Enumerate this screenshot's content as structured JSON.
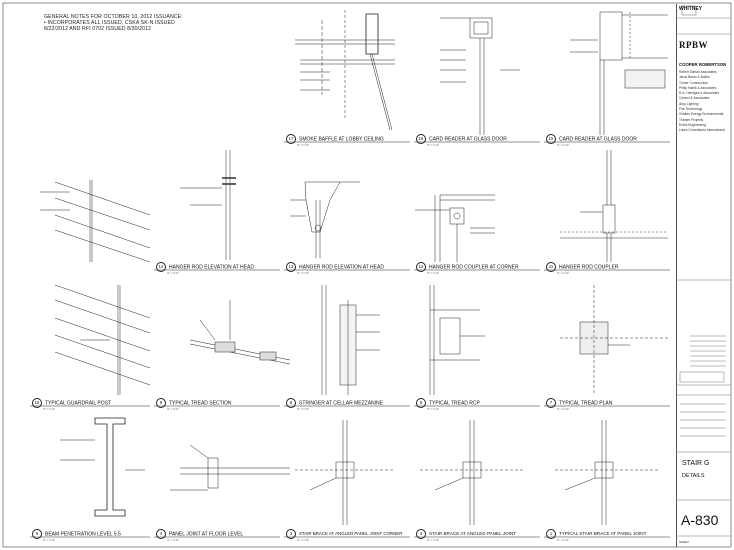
{
  "general_notes": {
    "line1": "GENERAL NOTES FOR OCTOBER 10, 2012 ISSUANCE:",
    "line2": "• INCORPORATES ALL ISSUED, CSKA SK-N ISSUED",
    "line3": "8/22/2012 AND RFI 0702 ISSUED 8/30/2012"
  },
  "title_block": {
    "firm": "WHITNEY",
    "architect": "RPBW",
    "architect_of_record": "COOPER ROBERTSON",
    "consultants": [
      "Robert Silman Associates",
      "Jaros Baum & Bolles",
      "Turner Construction",
      "Philip Habib & Associates",
      "R.A. Heintges & Associates",
      "Cerami & Associates",
      "Arup Lighting",
      "Fire Technology",
      "Viridian Energy Environmental",
      "Theatre Projects",
      "Entek Engineering",
      "Laura Consultants International"
    ],
    "sheet_title": "STAIR G",
    "sheet_subtitle": "DETAILS",
    "sheet_number": "A-830",
    "sheet_label": "SHEET"
  },
  "details": [
    {
      "num": "17",
      "title": "SMOKE BAFFLE AT LOBBY CEILING",
      "scale": "3\" = 1'-0\""
    },
    {
      "num": "16",
      "title": "CARD READER AT GLASS DOOR",
      "scale": "3\" = 1'-0\""
    },
    {
      "num": "15",
      "title": "CARD READER AT GLASS DOOR",
      "scale": "3\" = 1'-0\""
    },
    {
      "num": "14",
      "title": "HANGER ROD ELEVATION AT HEAD",
      "scale": "3\" = 1'-0\""
    },
    {
      "num": "13",
      "title": "HANGER ROD ELEVATION AT HEAD",
      "scale": "3\" = 1'-0\""
    },
    {
      "num": "12",
      "title": "HANGER ROD COUPLER AT CORNER",
      "scale": "3\" = 1'-0\""
    },
    {
      "num": "11",
      "title": "HANGER ROD COUPLER",
      "scale": "3\" = 1'-0\""
    },
    {
      "num": "10",
      "title": "TYPICAL GUARDRAIL POST",
      "scale": "3\" = 1'-0\""
    },
    {
      "num": "9",
      "title": "TYPICAL TREAD SECTION",
      "scale": "3\" = 1'-0\""
    },
    {
      "num": "8",
      "title": "STRINGER AT CELLAR MEZZANINE",
      "scale": "3\" = 1'-0\""
    },
    {
      "num": "8",
      "title": "TYPICAL TREAD RCP",
      "scale": "3\" = 1'-0\""
    },
    {
      "num": "7",
      "title": "TYPICAL TREAD PLAN",
      "scale": "3\" = 1'-0\""
    },
    {
      "num": "5",
      "title": "BEAM PENETRATION LEVEL 5.5",
      "scale": "3\" = 1'-0\""
    },
    {
      "num": "4",
      "title": "PANEL JOINT AT FLOOR LEVEL",
      "scale": "3\" = 1'-0\""
    },
    {
      "num": "3",
      "title": "STAIR BRACE AT ANGLED PANEL JOINT CORNER",
      "scale": "3\" = 1'-0\""
    },
    {
      "num": "2",
      "title": "STAIR BRACE AT ANGLED PANEL JOINT",
      "scale": "3\" = 1'-0\""
    },
    {
      "num": "1",
      "title": "TYPICAL STAIR BRACE AT PANEL JOINT",
      "scale": "3\" = 1'-0\""
    }
  ]
}
